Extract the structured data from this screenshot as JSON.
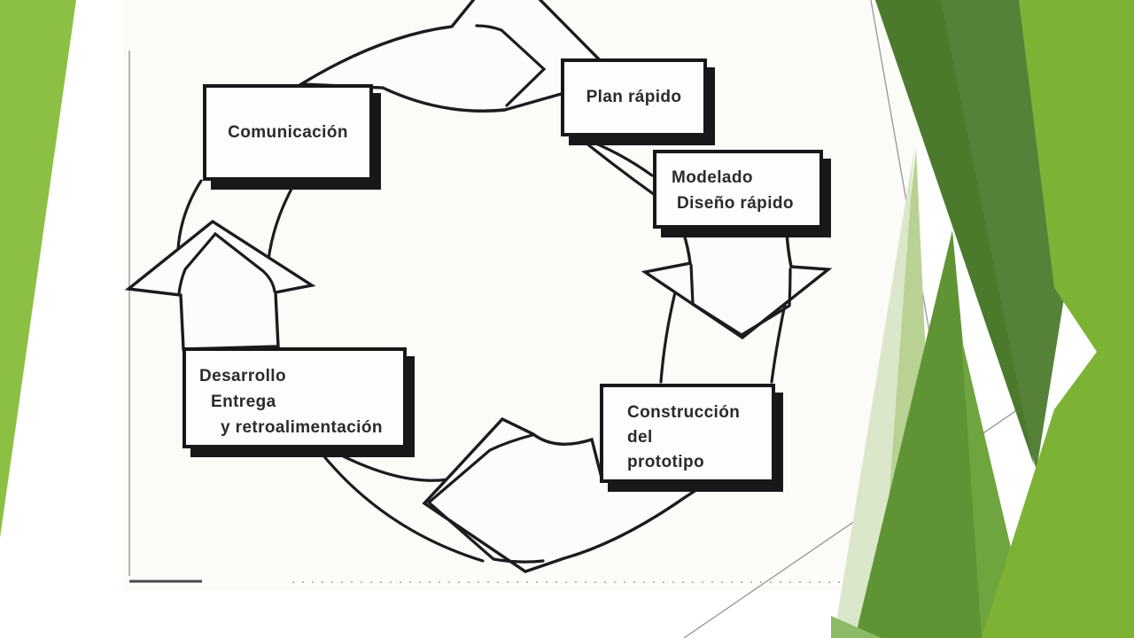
{
  "slide": {
    "background": "#ffffff",
    "scan_paper": "#FBFBF8",
    "ink": "#1c1c1c"
  },
  "decor": {
    "left_wedge": "#8CC045",
    "right_cluster": {
      "bright": "#7DB335",
      "dark": "#568139",
      "dark_alt": "#4C7A2D",
      "medium": "#5F9435",
      "stripe": "#6FA53E",
      "light": "#B9D293",
      "lightest": "#DAE7CA",
      "corner": "#8CBA65"
    }
  },
  "diagram": {
    "boxes": {
      "comunicacion": {
        "label": "Comunicación"
      },
      "plan": {
        "label": "Plan rápido"
      },
      "modelado": {
        "lines": [
          "Modelado",
          "Diseño rápido"
        ]
      },
      "construccion": {
        "lines": [
          "Construcción",
          "del",
          "prototipo"
        ]
      },
      "desarrollo": {
        "lines": [
          "Desarrollo",
          "Entrega",
          "y retroalimentación"
        ]
      }
    }
  }
}
